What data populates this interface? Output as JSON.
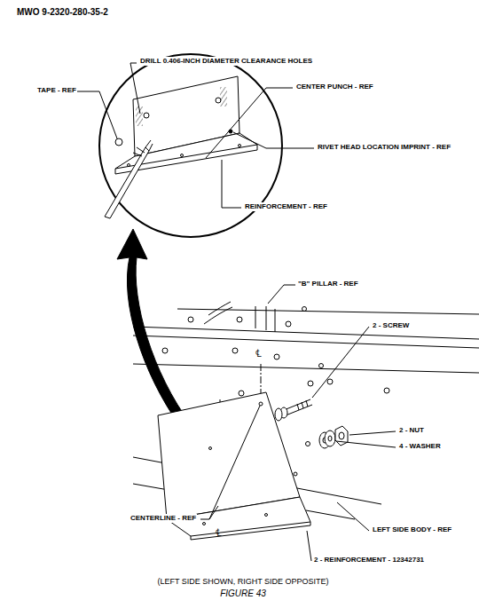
{
  "diagram": {
    "caption": "FIGURE 43",
    "labels": [
      "MWO 9-2320-280-35-2",
      "DRILL 0.406-INCH DIAMETER CLEARANCE HOLES",
      "TAPE - REF",
      "CENTER PUNCH - REF",
      "RIVET HEAD LOCATION IMPRINT - REF",
      "REINFORCEMENT - REF",
      "\"B\" PILLAR - REF",
      "℄",
      "2 - SCREW",
      "2 - NUT",
      "4 - WASHER",
      "CENTERLINE - REF",
      "℄",
      "LEFT SIDE BODY - REF",
      "2 - REINFORCEMENT - 12342731",
      "(LEFT SIDE SHOWN, RIGHT SIDE OPPOSITE)"
    ]
  }
}
